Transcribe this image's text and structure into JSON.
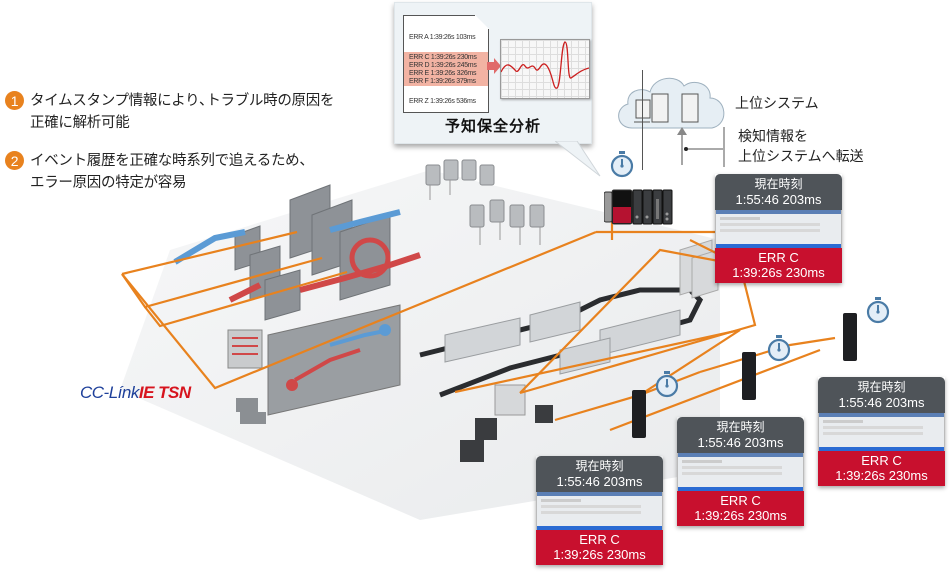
{
  "features": [
    {
      "number": "1",
      "line1": "タイムスタンプ情報により､トラブル時の原因を",
      "line2": "正確に解析可能"
    },
    {
      "number": "2",
      "line1": "イベント履歴を正確な時系列で追えるため、",
      "line2": "エラー原因の特定が容易"
    }
  ],
  "analysis": {
    "title": "予知保全分析",
    "log": {
      "top": "ERR A 1:39:26s 103ms",
      "highlighted": [
        "ERR C 1:39:26s 230ms",
        "ERR D 1:39:26s 245ms",
        "ERR E 1:39:26s 326ms",
        "ERR F 1:39:26s 379ms"
      ],
      "bottom": "ERR Z 1:39:26s 536ms"
    }
  },
  "host": {
    "label": "上位システム",
    "transfer_line1": "検知情報を",
    "transfer_line2": "上位システムへ転送"
  },
  "network": {
    "logo_part1": "CC-Línk",
    "logo_part2": "IE TSN",
    "line_color": "#e8821e"
  },
  "cards": [
    {
      "title": "現在時刻",
      "time": "1:55:46 203ms",
      "error": "ERR C",
      "error_time": "1:39:26s 230ms"
    },
    {
      "title": "現在時刻",
      "time": "1:55:46 203ms",
      "error": "ERR C",
      "error_time": "1:39:26s 230ms"
    },
    {
      "title": "現在時刻",
      "time": "1:55:46 203ms",
      "error": "ERR C",
      "error_time": "1:39:26s 230ms"
    },
    {
      "title": "現在時刻",
      "time": "1:55:46 203ms",
      "error": "ERR C",
      "error_time": "1:39:26s 230ms"
    }
  ],
  "colors": {
    "accent": "#e8821e",
    "error": "#c8102e",
    "card_header": "#4f5459",
    "stopwatch": "#4a7ba6",
    "logo_blue": "#1d3f9a",
    "logo_red": "#d7141e"
  }
}
